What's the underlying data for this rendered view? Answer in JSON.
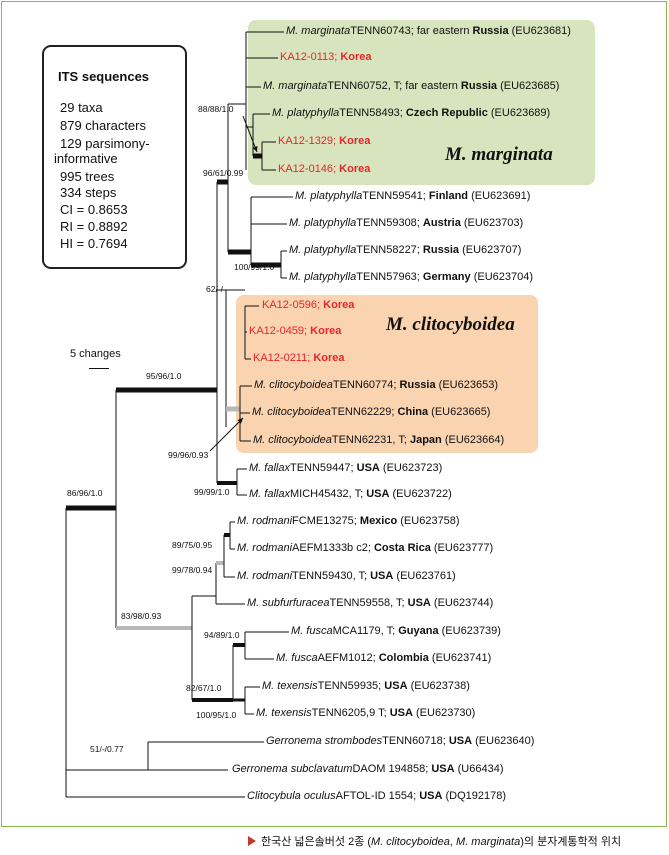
{
  "stats": {
    "title": "ITS sequences",
    "lines": [
      "29 taxa",
      "879 characters",
      "129 parsimony-",
      "informative",
      "995 trees",
      "334 steps",
      "CI = 0.8653",
      "RI = 0.8892",
      "HI = 0.7694"
    ]
  },
  "scale": {
    "label": "5 changes"
  },
  "clades": {
    "marginata": "M. marginata",
    "clitocyboidea": "M. clitocyboidea"
  },
  "taxa": [
    {
      "species": "M. marginata",
      "voucher": "TENN60743; far eastern",
      "country": "Russia",
      "accession": "(EU623681)"
    },
    {
      "species": "",
      "voucher": "KA12-0113;",
      "country": "Korea",
      "accession": ""
    },
    {
      "species": "M. marginata",
      "voucher": "TENN60752, T;  far eastern",
      "country": "Russia",
      "accession": "(EU623685)"
    },
    {
      "species": "M. platyphylla",
      "voucher": "TENN58493;",
      "country": "Czech Republic",
      "accession": "(EU623689)"
    },
    {
      "species": "",
      "voucher": "KA12-1329;",
      "country": "Korea",
      "accession": ""
    },
    {
      "species": "",
      "voucher": "KA12-0146;",
      "country": "Korea",
      "accession": ""
    },
    {
      "species": "M. platyphylla",
      "voucher": "TENN59541;",
      "country": "Finland",
      "accession": "(EU623691)"
    },
    {
      "species": "M. platyphylla",
      "voucher": "TENN59308;",
      "country": "Austria",
      "accession": "(EU623703)"
    },
    {
      "species": "M. platyphylla",
      "voucher": "TENN58227;",
      "country": "Russia",
      "accession": "(EU623707)"
    },
    {
      "species": "M. platyphylla",
      "voucher": "TENN57963;",
      "country": "Germany",
      "accession": "(EU623704)"
    },
    {
      "species": "",
      "voucher": "KA12-0596;",
      "country": "Korea",
      "accession": ""
    },
    {
      "species": "",
      "voucher": "KA12-0459;",
      "country": "Korea",
      "accession": ""
    },
    {
      "species": "",
      "voucher": "KA12-0211;",
      "country": "Korea",
      "accession": ""
    },
    {
      "species": "M. clitocyboidea",
      "voucher": "TENN60774;",
      "country": "Russia",
      "accession": "(EU623653)"
    },
    {
      "species": "M. clitocyboidea",
      "voucher": "TENN62229;",
      "country": "China",
      "accession": "(EU623665)"
    },
    {
      "species": "M. clitocyboidea",
      "voucher": "TENN62231, T;",
      "country": "Japan",
      "accession": "(EU623664)"
    },
    {
      "species": "M. fallax",
      "voucher": "TENN59447;",
      "country": "USA",
      "accession": "(EU623723)"
    },
    {
      "species": "M. fallax",
      "voucher": "MICH45432, T;",
      "country": "USA",
      "accession": "(EU623722)"
    },
    {
      "species": "M. rodmani",
      "voucher": "FCME13275;",
      "country": "Mexico",
      "accession": "(EU623758)"
    },
    {
      "species": "M. rodmani",
      "voucher": "AEFM1333b c2;",
      "country": "Costa Rica",
      "accession": "(EU623777)"
    },
    {
      "species": "M. rodmani",
      "voucher": "TENN59430, T;",
      "country": "USA",
      "accession": "(EU623761)"
    },
    {
      "species": "M. subfurfuracea",
      "voucher": "TENN59558, T;",
      "country": "USA",
      "accession": "(EU623744)"
    },
    {
      "species": "M. fusca",
      "voucher": "MCA1179, T;",
      "country": "Guyana",
      "accession": "(EU623739)"
    },
    {
      "species": "M. fusca",
      "voucher": "AEFM1012;",
      "country": "Colombia",
      "accession": "(EU623741)"
    },
    {
      "species": "M. texensis",
      "voucher": "TENN59935;",
      "country": "USA",
      "accession": "(EU623738)"
    },
    {
      "species": "M. texensis",
      "voucher": "TENN6205,9 T;",
      "country": "USA",
      "accession": "(EU623730)"
    },
    {
      "species": "Gerronema strombodes",
      "voucher": "TENN60718;",
      "country": "USA",
      "accession": "(EU623640)"
    },
    {
      "species": "Gerronema subclavatum",
      "voucher": "DAOM 194858;",
      "country": "USA",
      "accession": "(U66434)"
    },
    {
      "species": "Clitocybula oculus",
      "voucher": "AFTOL-ID 1554;",
      "country": "USA",
      "accession": "(DQ192178)"
    }
  ],
  "supports": [
    "88/88/1.0",
    "96/61/0.99",
    "100/99/1.0",
    "62/-/-",
    "95/96/1.0",
    "99/96/0.93",
    "99/99/1.0",
    "86/96/1.0",
    "89/75/0.95",
    "99/78/0.94",
    "83/98/0.93",
    "94/89/1.0",
    "82/67/1.0",
    "100/95/1.0",
    "51/-/0.77"
  ],
  "caption": {
    "prefix": "한국산 넓은솔버섯 2종 (",
    "species1": "M. clitocyboidea",
    "sep": ", ",
    "species2": "M. marginata",
    "suffix": ")의 분자계통학적 위치"
  },
  "colors": {
    "korean": "#e5262a",
    "marginata_box": "#d7e4bd",
    "clitocyboidea_box": "#fad3b0",
    "frame": "#8cb84a",
    "weak_branch": "#b8b8b8"
  }
}
